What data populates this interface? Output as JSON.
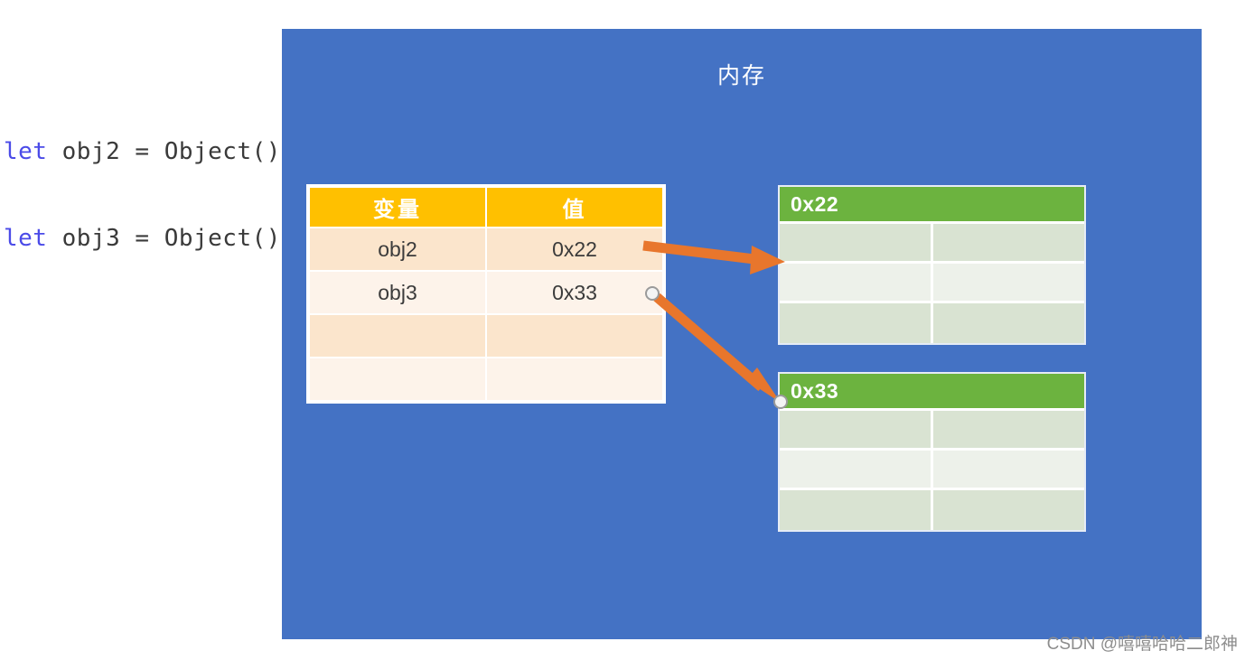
{
  "code": {
    "keyword": "let",
    "lines": [
      {
        "keyword": "let",
        "rest": " obj2 = Object()"
      },
      {
        "keyword": "let",
        "rest": " obj3 = Object()"
      }
    ],
    "line1_keyword": "let",
    "line1_rest": " obj2 = Object()",
    "line2_keyword": "let",
    "line2_rest": " obj3 = Object()"
  },
  "panel": {
    "title": "内存",
    "background_color": "#4472C4"
  },
  "variable_table": {
    "headers": [
      "变量",
      "值"
    ],
    "header_color": "#FFC000",
    "rows": [
      {
        "variable": "obj2",
        "value": "0x22"
      },
      {
        "variable": "obj3",
        "value": "0x33"
      },
      {
        "variable": "",
        "value": ""
      },
      {
        "variable": "",
        "value": ""
      }
    ]
  },
  "objects": [
    {
      "address": "0x22",
      "header_color": "#6CB33F",
      "rows": 3,
      "columns": 2
    },
    {
      "address": "0x33",
      "header_color": "#6CB33F",
      "rows": 3,
      "columns": 2
    }
  ],
  "arrows": [
    {
      "name": "arrow-obj2-to-0x22",
      "from": "obj2 value cell",
      "to": "0x22 object box",
      "color": "#E8762C"
    },
    {
      "name": "arrow-obj3-to-0x33",
      "from": "obj3 value cell",
      "to": "0x33 object box",
      "color": "#E8762C"
    }
  ],
  "watermark": "CSDN @嘻嘻哈哈二郎神"
}
